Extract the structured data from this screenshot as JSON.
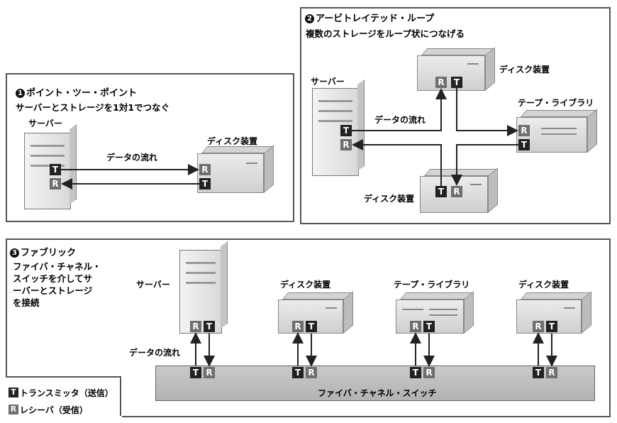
{
  "panel1": {
    "title": "ポイント・ツー・ポイント",
    "number": "1",
    "subtitle": "サーバーとストレージを1対1でつなぐ",
    "server_label": "サーバー",
    "disk_label": "ディスク装置",
    "flow_label": "データの流れ"
  },
  "panel2": {
    "title": "アービトレイテッド・ループ",
    "number": "2",
    "subtitle": "複数のストレージをループ状につなげる",
    "server_label": "サーバー",
    "disk_top_label": "ディスク装置",
    "tape_label": "テープ・ライブラリ",
    "disk_bottom_label": "ディスク装置",
    "flow_label": "データの流れ"
  },
  "panel3": {
    "title": "ファブリック",
    "number": "3",
    "description": [
      "ファイバ・チャネル・",
      "スイッチを介してサ",
      "ーバーとストレージ",
      "を接続"
    ],
    "server_label": "サーバー",
    "disk1_label": "ディスク装置",
    "tape_label": "テープ・ライブラリ",
    "disk2_label": "ディスク装置",
    "flow_label": "データの流れ",
    "switch_label": "ファイバ・チャネル・スイッチ"
  },
  "badges": {
    "transmitter": "T",
    "receiver": "R"
  },
  "legend": {
    "transmitter": "トランスミッタ（送信）",
    "receiver": "レシーバ（受信）"
  },
  "colors": {
    "transmitter": "#222222",
    "receiver": "#6e6e6e",
    "switch": "#bdbdbd",
    "frame": "#555555"
  }
}
